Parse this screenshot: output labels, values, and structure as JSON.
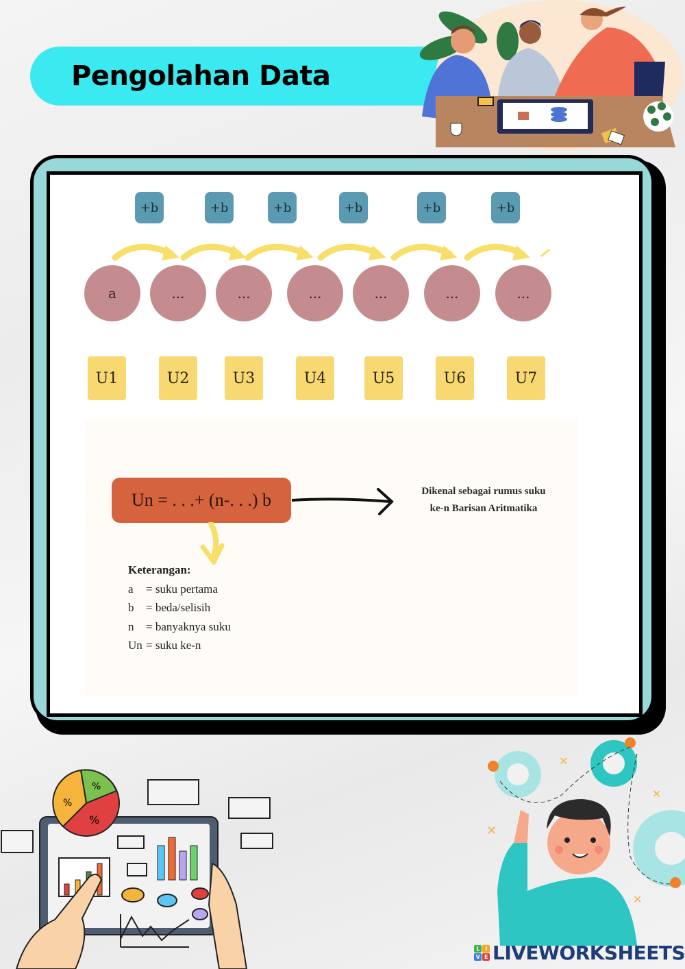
{
  "header": {
    "title": "Pengolahan Data"
  },
  "diagram": {
    "increments": [
      "+b",
      "+b",
      "+b",
      "+b",
      "+b",
      "+b"
    ],
    "terms": [
      "a",
      "...",
      "...",
      "...",
      "...",
      "...",
      "..."
    ],
    "term_labels": [
      "U1",
      "U2",
      "U3",
      "U4",
      "U5",
      "U6",
      "U7"
    ],
    "colors": {
      "increment_box": "#5b9bb2",
      "term_circle": "#c48c8f",
      "term_label_box": "#f8d870",
      "arrow": "#f7df6a",
      "formula_box": "#d4633e"
    }
  },
  "formula": {
    "expression": "Un = . . .+ (n-. . .) b",
    "description_line1": "Dikenal sebagai rumus suku",
    "description_line2": "ke-n Barisan Aritmatika"
  },
  "legend": {
    "heading": "Keterangan:",
    "items": [
      {
        "symbol": "a",
        "meaning": "= suku pertama"
      },
      {
        "symbol": "b",
        "meaning": "= beda/selisih"
      },
      {
        "symbol": "n",
        "meaning": "= banyaknya suku"
      },
      {
        "symbol": "Un",
        "meaning": "=  suku ke-n"
      }
    ]
  },
  "illustrations": {
    "top_right": "team-meeting-illustration",
    "bottom_left": "tablet-data-analysis-illustration",
    "bottom_right": "boy-with-gears-illustration",
    "pie_labels": [
      "%",
      "%",
      "%"
    ]
  },
  "theme": {
    "banner": "#3aeaf0",
    "frame": "#99d8d8"
  },
  "watermark": {
    "text": "LIVEWORKSHEETS",
    "logo_letters": [
      "L",
      "I",
      "V",
      "E"
    ]
  }
}
